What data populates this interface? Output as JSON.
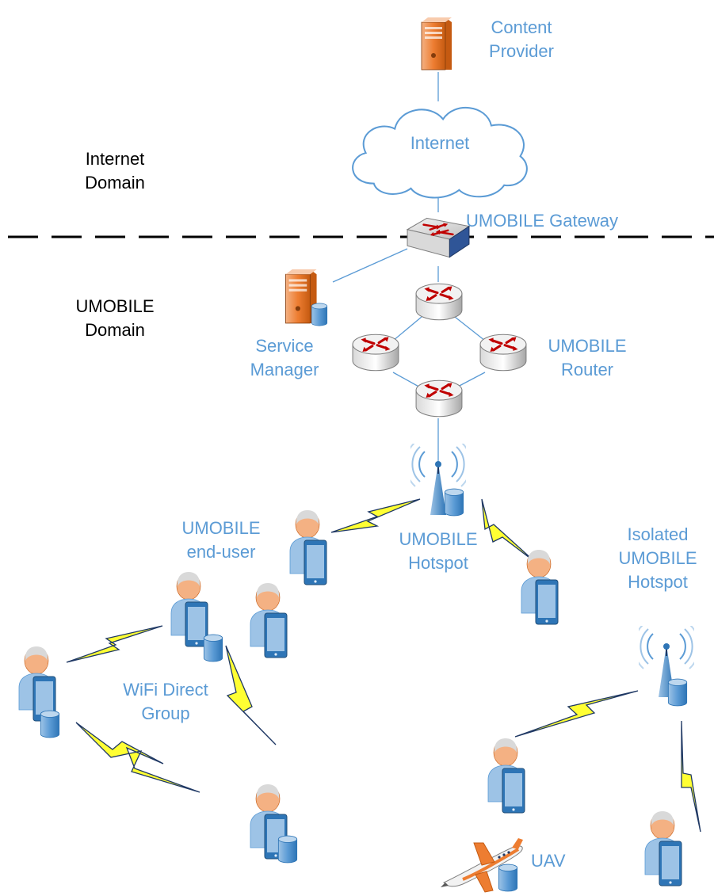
{
  "colors": {
    "label_blue": "#5b9bd5",
    "domain_text": "#000000",
    "link_line": "#5b9bd5",
    "wireless_bolt": "#ffff33",
    "bolt_stroke": "#1f3864",
    "server_orange": "#ed7d31",
    "router_arrow": "#c00000",
    "person_blue": "#9dc3e6",
    "person_skin": "#f4b183"
  },
  "domains": {
    "internet": [
      "Internet",
      "Domain"
    ],
    "umobile": [
      "UMOBILE",
      "Domain"
    ]
  },
  "labels": {
    "content_provider": [
      "Content",
      "Provider"
    ],
    "internet": "Internet",
    "gateway": "UMOBILE Gateway",
    "service_manager": [
      "Service",
      "Manager"
    ],
    "router": [
      "UMOBILE",
      "Router"
    ],
    "end_user": [
      "UMOBILE",
      "end-user"
    ],
    "hotspot": [
      "UMOBILE",
      "Hotspot"
    ],
    "isolated_hotspot": [
      "Isolated",
      "UMOBILE",
      "Hotspot"
    ],
    "wifi_direct": [
      "WiFi Direct",
      "Group"
    ],
    "uav": "UAV"
  },
  "icons": {
    "server": "server-icon",
    "cloud": "cloud-icon",
    "switch": "switch-icon",
    "router": "router-icon",
    "tower": "antenna-tower-icon",
    "user": "user-with-phone-icon",
    "storage": "storage-cylinder-icon",
    "plane": "airplane-icon",
    "bolt": "wireless-link-icon"
  }
}
